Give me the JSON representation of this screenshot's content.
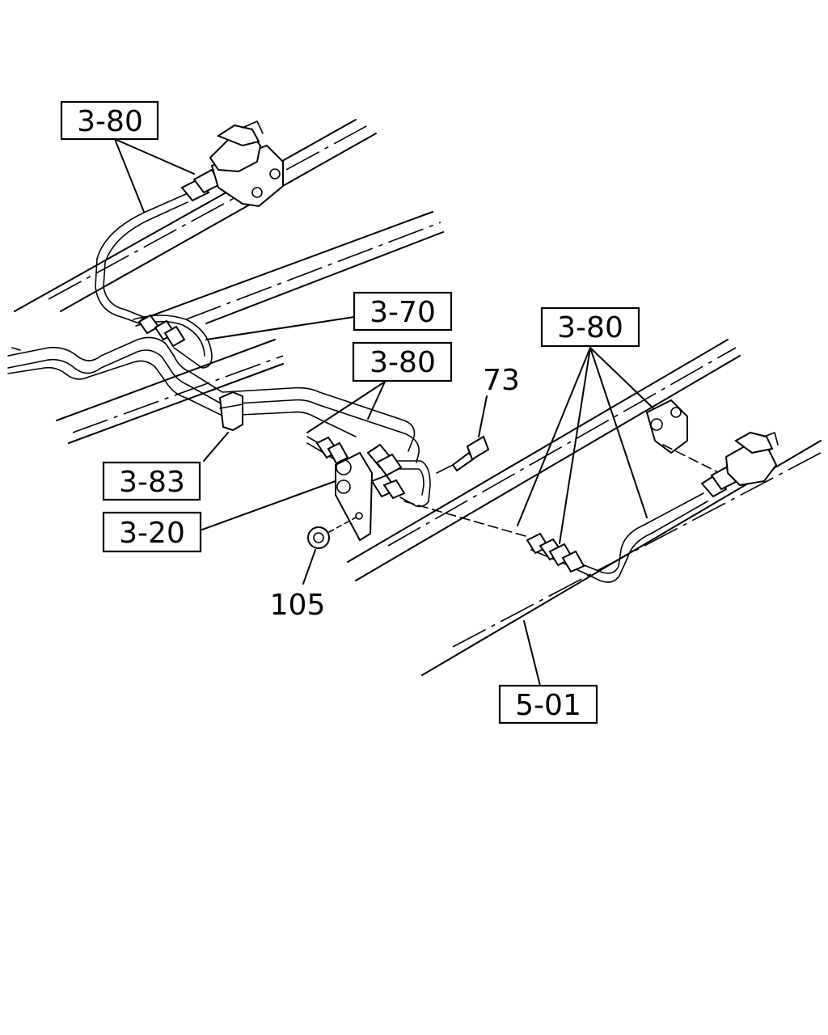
{
  "callouts": {
    "ref_3_80_top": "3-80",
    "ref_3_70": "3-70",
    "ref_3_80_mid": "3-80",
    "ref_3_80_right": "3-80",
    "ref_3_83": "3-83",
    "ref_3_20": "3-20",
    "ref_5_01": "5-01",
    "part_73": "73",
    "part_105": "105"
  }
}
